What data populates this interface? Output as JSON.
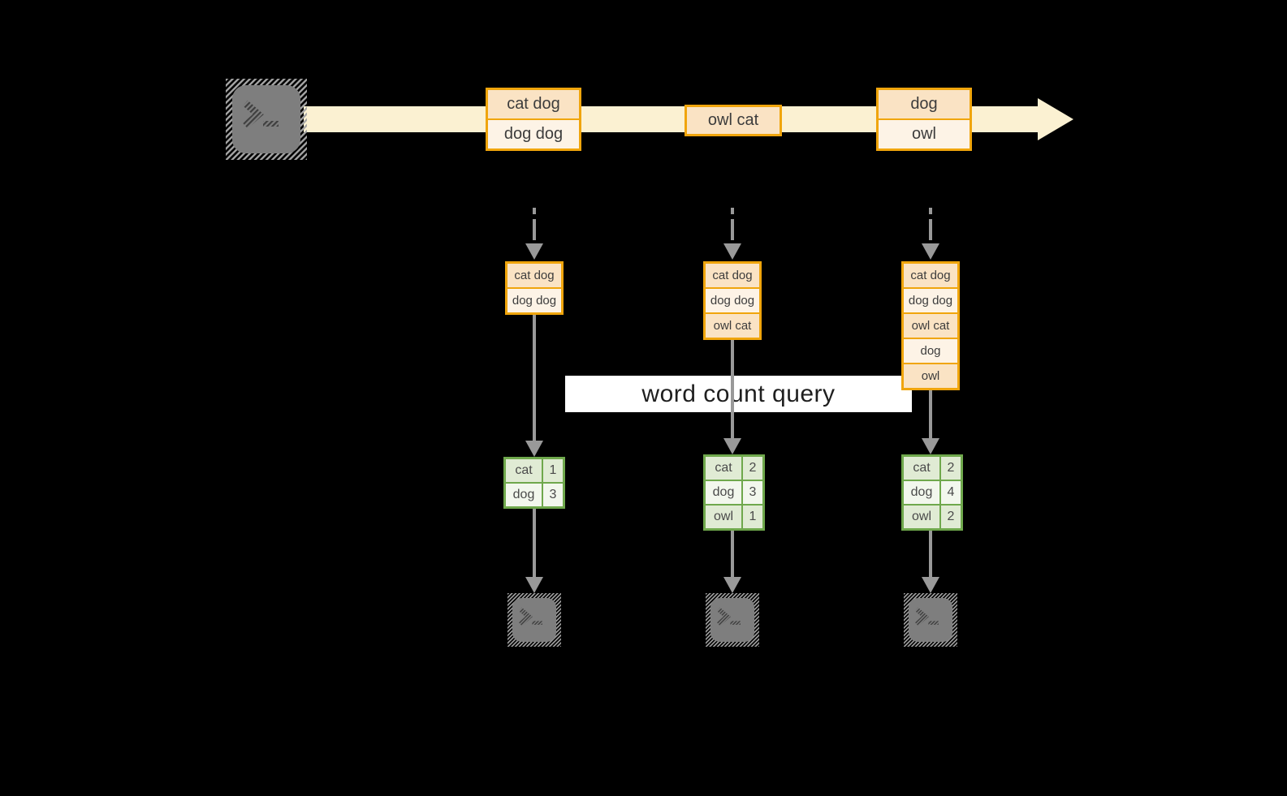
{
  "diagram": "streaming word count",
  "colors": {
    "background": "#000000",
    "stream_fill": "#FBF1D2",
    "box_border": "#F0A50C",
    "box_cell_dark": "#FAE3C4",
    "box_cell_light": "#FDF3E6",
    "table_border": "#6FA84C",
    "table_cell_dark": "#E0EBD4",
    "table_cell_light": "#F2F7ED",
    "connector_gray": "#999999",
    "terminal_gray": "#7E7E7E",
    "query_band_bg": "#FFFFFF"
  },
  "stream": {
    "source_icon": "terminal-icon",
    "batches": [
      {
        "lines": [
          "cat dog",
          "dog dog"
        ]
      },
      {
        "lines": [
          "owl cat"
        ]
      },
      {
        "lines": [
          "dog",
          "owl"
        ]
      }
    ]
  },
  "states": [
    {
      "lines": [
        "cat dog",
        "dog dog"
      ]
    },
    {
      "lines": [
        "cat dog",
        "dog dog",
        "owl cat"
      ]
    },
    {
      "lines": [
        "cat dog",
        "dog dog",
        "owl cat",
        "dog",
        "owl"
      ]
    }
  ],
  "query": {
    "label": "word count query"
  },
  "results": [
    {
      "rows": [
        {
          "word": "cat",
          "count": "1"
        },
        {
          "word": "dog",
          "count": "3"
        }
      ]
    },
    {
      "rows": [
        {
          "word": "cat",
          "count": "2"
        },
        {
          "word": "dog",
          "count": "3"
        },
        {
          "word": "owl",
          "count": "1"
        }
      ]
    },
    {
      "rows": [
        {
          "word": "cat",
          "count": "2"
        },
        {
          "word": "dog",
          "count": "4"
        },
        {
          "word": "owl",
          "count": "2"
        }
      ]
    }
  ],
  "sinks": [
    {
      "icon": "terminal-icon"
    },
    {
      "icon": "terminal-icon"
    },
    {
      "icon": "terminal-icon"
    }
  ]
}
